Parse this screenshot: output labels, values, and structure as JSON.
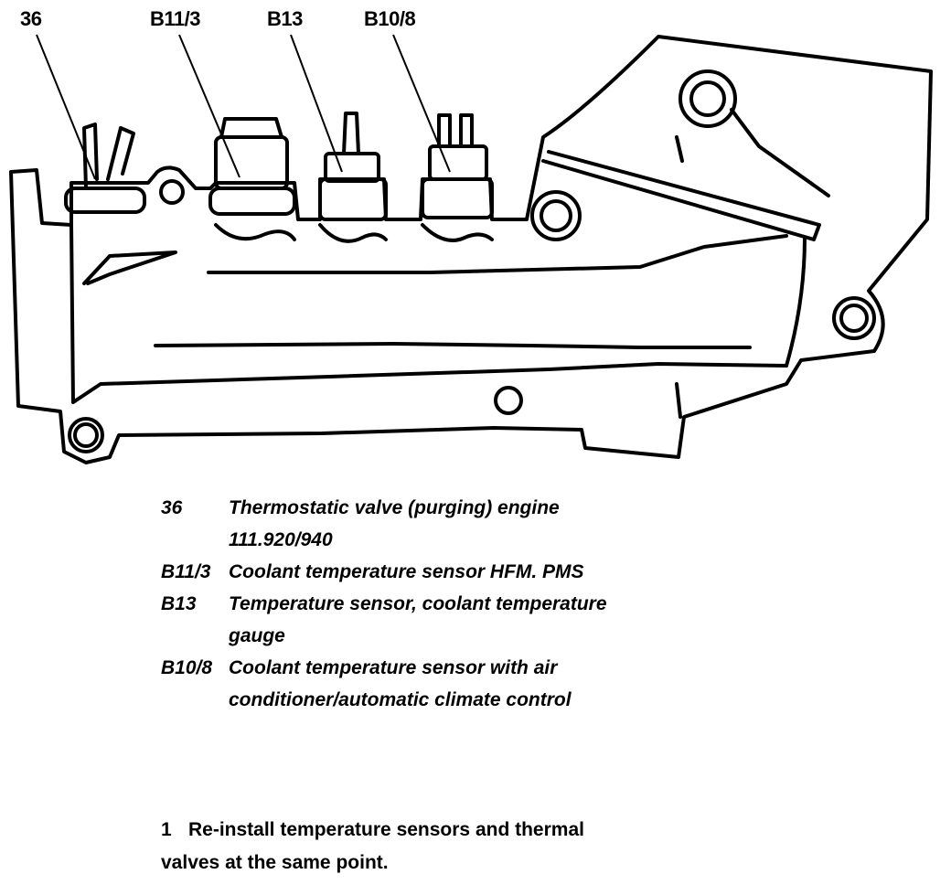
{
  "callouts": {
    "c36": "36",
    "cB11_3": "B11/3",
    "cB13": "B13",
    "cB10_8": "B10/8"
  },
  "legend": [
    {
      "code": "36",
      "desc": "Thermostatic valve (purging) engine 111.920/940"
    },
    {
      "code": "B11/3",
      "desc": "Coolant temperature sensor HFM. PMS"
    },
    {
      "code": "B13",
      "desc": "Temperature sensor, coolant temperature gauge"
    },
    {
      "code": "B10/8",
      "desc": "Coolant temperature sensor with air conditioner/automatic climate control"
    }
  ],
  "note": {
    "number": "1",
    "text": "Re-install temperature sensors and thermal valves at the same point."
  }
}
